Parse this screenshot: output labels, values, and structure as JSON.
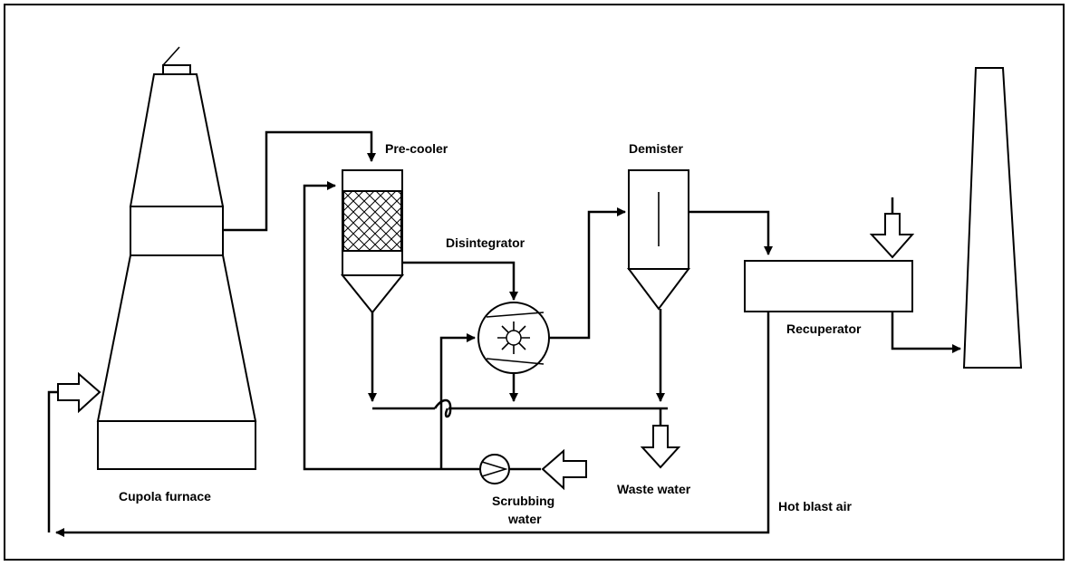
{
  "diagram": {
    "labels": {
      "cupola_furnace": "Cupola furnace",
      "pre_cooler": "Pre-cooler",
      "disintegrator": "Disintegrator",
      "demister": "Demister",
      "recuperator": "Recuperator",
      "scrubbing_water_line1": "Scrubbing",
      "scrubbing_water_line2": "water",
      "waste_water": "Waste water",
      "hot_blast_air": "Hot blast air"
    }
  }
}
